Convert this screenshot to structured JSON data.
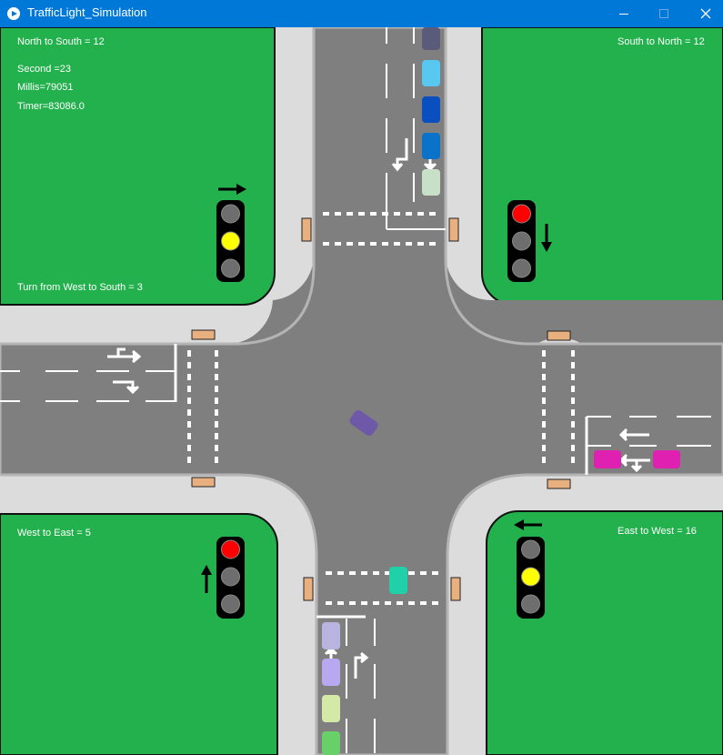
{
  "window": {
    "title": "TrafficLight_Simulation",
    "minimize_icon": "minimize-icon",
    "maximize_icon": "maximize-icon",
    "close_icon": "close-icon"
  },
  "counters": {
    "north_to_south": "North to South = 12",
    "south_to_north": "South to North = 12",
    "west_to_east": "West to East = 5",
    "east_to_west": "East to West = 16",
    "turn_west_to_south": "Turn from West to South = 3"
  },
  "debug": {
    "second": "Second =23",
    "millis": "Millis=79051",
    "timer": "Timer=83086.0"
  },
  "traffic_lights": {
    "northwest": {
      "active": "yellow",
      "arrow": "right-arrow-icon"
    },
    "northeast": {
      "active": "red",
      "arrow": "down-arrow-icon"
    },
    "southwest": {
      "active": "red",
      "arrow": "up-arrow-icon"
    },
    "southeast": {
      "active": "yellow",
      "arrow": "left-arrow-icon"
    }
  },
  "colors": {
    "grass": "#22b14c",
    "road": "#7f7f7f",
    "sidewalk": "#dcdcdc",
    "light_red": "#ff0000",
    "light_yellow": "#ffff00",
    "light_off": "#6e6e6e",
    "pedestrian_button": "#e8b07e"
  },
  "vehicles": {
    "north_queue": [
      "#5a5a7a",
      "#58c8f0",
      "#0a4fbf",
      "#0a72c8",
      "#c8e0c8"
    ],
    "south_queue": [
      "#b8b4e0",
      "#b8a8f0",
      "#d4e8a8",
      "#68d068"
    ],
    "east_queue": [
      "#e020b0",
      "#e020b0"
    ],
    "in_intersection": [
      "#6e58a8",
      "#20d0a8"
    ]
  }
}
